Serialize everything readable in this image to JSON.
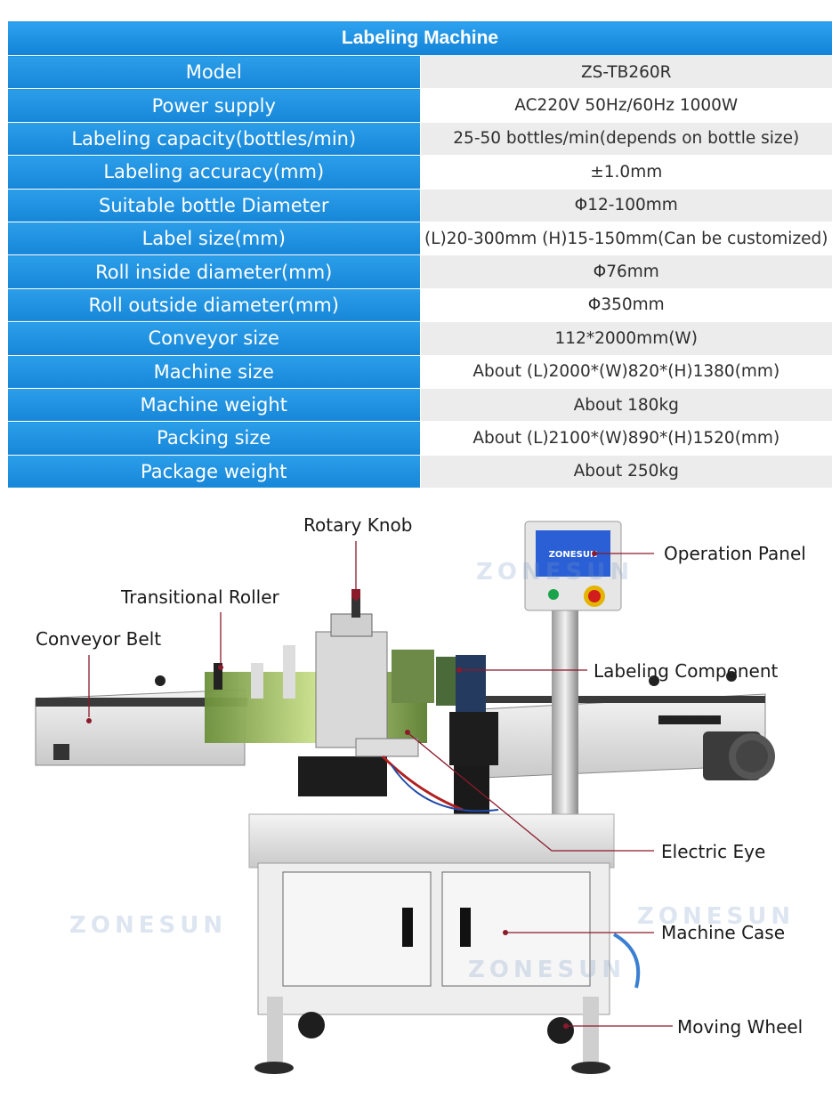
{
  "table": {
    "title": "Labeling Machine",
    "rows": [
      {
        "label": "Model",
        "value": "ZS-TB260R"
      },
      {
        "label": "Power supply",
        "value": "AC220V 50Hz/60Hz 1000W"
      },
      {
        "label": "Labeling capacity(bottles/min)",
        "value": "25-50 bottles/min(depends on bottle size)"
      },
      {
        "label": "Labeling accuracy(mm)",
        "value": "±1.0mm"
      },
      {
        "label": "Suitable bottle Diameter",
        "value": "Φ12-100mm"
      },
      {
        "label": "Label size(mm)",
        "value": "(L)20-300mm (H)15-150mm(Can be customized)"
      },
      {
        "label": "Roll inside diameter(mm)",
        "value": "Φ76mm"
      },
      {
        "label": "Roll outside diameter(mm)",
        "value": "Φ350mm"
      },
      {
        "label": "Conveyor size",
        "value": "112*2000mm(W)"
      },
      {
        "label": "Machine size",
        "value": "About (L)2000*(W)820*(H)1380(mm)"
      },
      {
        "label": "Machine weight",
        "value": "About 180kg"
      },
      {
        "label": "Packing size",
        "value": "About (L)2100*(W)890*(H)1520(mm)"
      },
      {
        "label": "Package weight",
        "value": "About 250kg"
      }
    ]
  },
  "callouts": {
    "rotary_knob": "Rotary Knob",
    "operation_panel": "Operation Panel",
    "transitional_roller": "Transitional Roller",
    "conveyor_belt": "Conveyor Belt",
    "labeling_component": "Labeling Component",
    "electric_eye": "Electric Eye",
    "machine_case": "Machine Case",
    "moving_wheel": "Moving Wheel"
  },
  "brand": {
    "watermark": "ZONESUN",
    "panel_logo": "ZONESUN"
  },
  "colors": {
    "header_blue": "#1786d8",
    "callout_line": "#8b1a2b"
  }
}
